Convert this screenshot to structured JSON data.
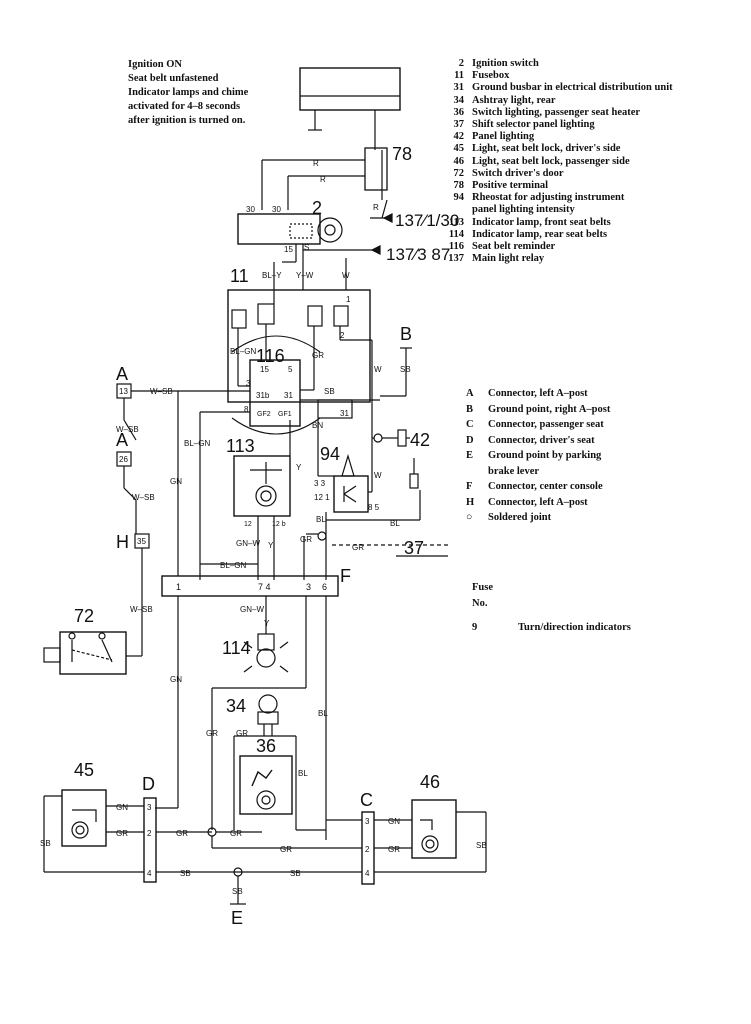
{
  "note": {
    "lines": [
      "Ignition ON",
      "Seat belt unfastened",
      "Indicator lamps and chime",
      "activated for 4–8 seconds",
      "after ignition is turned on."
    ]
  },
  "legend": [
    {
      "num": "2",
      "text": "Ignition switch"
    },
    {
      "num": "11",
      "text": "Fusebox"
    },
    {
      "num": "31",
      "text": "Ground busbar in electrical distribution unit"
    },
    {
      "num": "34",
      "text": "Ashtray light, rear"
    },
    {
      "num": "36",
      "text": "Switch lighting, passenger seat heater"
    },
    {
      "num": "37",
      "text": "Shift selector panel lighting"
    },
    {
      "num": "42",
      "text": "Panel lighting"
    },
    {
      "num": "45",
      "text": "Light, seat belt lock, driver's side"
    },
    {
      "num": "46",
      "text": "Light, seat belt lock, passenger side"
    },
    {
      "num": "72",
      "text": "Switch driver's door"
    },
    {
      "num": "78",
      "text": "Positive terminal"
    },
    {
      "num": "94",
      "text": "Rheostat for adjusting instrument"
    },
    {
      "num": "",
      "text": "panel lighting intensity"
    },
    {
      "num": "113",
      "text": "Indicator lamp, front seat belts"
    },
    {
      "num": "114",
      "text": "Indicator lamp, rear seat belts"
    },
    {
      "num": "116",
      "text": "Seat belt reminder"
    },
    {
      "num": "137",
      "text": "Main light relay"
    }
  ],
  "connectors": [
    {
      "key": "A",
      "text": "Connector, left A–post"
    },
    {
      "key": "B",
      "text": "Ground point, right A–post"
    },
    {
      "key": "C",
      "text": "Connector, passenger seat"
    },
    {
      "key": "D",
      "text": "Connector, driver's seat"
    },
    {
      "key": "E",
      "text": "Ground point by parking brake lever"
    },
    {
      "key": "F",
      "text": "Connector, center console"
    },
    {
      "key": "H",
      "text": "Connector, left A–post"
    },
    {
      "key": "○",
      "text": "Soldered joint"
    }
  ],
  "fuse": {
    "header_line1": "Fuse",
    "header_line2": "No.",
    "number": "9",
    "description": "Turn/direction indicators"
  },
  "diagram": {
    "component_labels": {
      "c78": "78",
      "c2": "2",
      "c11": "11",
      "c116": "116",
      "c113": "113",
      "c94": "94",
      "c42": "42",
      "c37": "37",
      "c114": "114",
      "c34": "34",
      "c36": "36",
      "c45": "45",
      "c46": "46",
      "c72": "72"
    },
    "relay_refs": {
      "r1": "137⁄1/30",
      "r2": "137⁄3 87"
    },
    "connector_letters": {
      "A1": "A",
      "A2": "A",
      "B": "B",
      "H": "H",
      "D": "D",
      "C": "C",
      "E": "E",
      "F": "F"
    },
    "pin_numbers": {
      "a13": "13",
      "a26": "26",
      "h35": "35",
      "f1": "1",
      "f74": "7 4",
      "f3": "3",
      "f6": "6",
      "d3": "3",
      "d2": "2",
      "d4": "4",
      "c3": "3",
      "c2": "2",
      "c4": "4",
      "p30a": "30",
      "p30b": "30",
      "p15": "15",
      "p3": "3",
      "p31b": "31b",
      "p31": "31",
      "p8": "8",
      "p5": "5",
      "p15b": "15",
      "pgf2": "GF2",
      "pgf1": "GF1",
      "p33": "3 3",
      "p121": "12 1",
      "p85": "8 5",
      "p12": "12",
      "p12b": "12 b",
      "p31g": "31",
      "p1": "1",
      "p2": "2"
    },
    "wire_colors": {
      "R1": "R",
      "R2": "R",
      "R3": "R",
      "BLY": "BL–Y",
      "YW": "Y–W",
      "W1": "W",
      "S": "S",
      "BLGN1": "BL–GN",
      "WSB1": "W–SB",
      "WSB2": "W–SB",
      "WSB3": "W–SB",
      "WSB4": "W–SB",
      "GN1": "GN",
      "GN2": "GN",
      "BLGN2": "BL–GN",
      "BLGN3": "BL–GN",
      "Y1": "Y",
      "Y2": "Y",
      "Y3": "Y",
      "GNW1": "GN–W",
      "GNW2": "GN–W",
      "GR1": "GR",
      "GR2": "GR",
      "GR3": "GR",
      "GR4": "GR",
      "GR5": "GR",
      "GR6": "GR",
      "GR7": "GR",
      "SB1": "SB",
      "SB2": "SB",
      "SB3": "SB",
      "SB4": "SB",
      "SB5": "SB",
      "SB6": "SB",
      "BL1": "BL",
      "BL2": "BL",
      "BL3": "BL",
      "BN": "BN",
      "W2": "W",
      "W3": "W",
      "SB7": "SB",
      "GN3": "GN",
      "GN4": "GN"
    }
  }
}
